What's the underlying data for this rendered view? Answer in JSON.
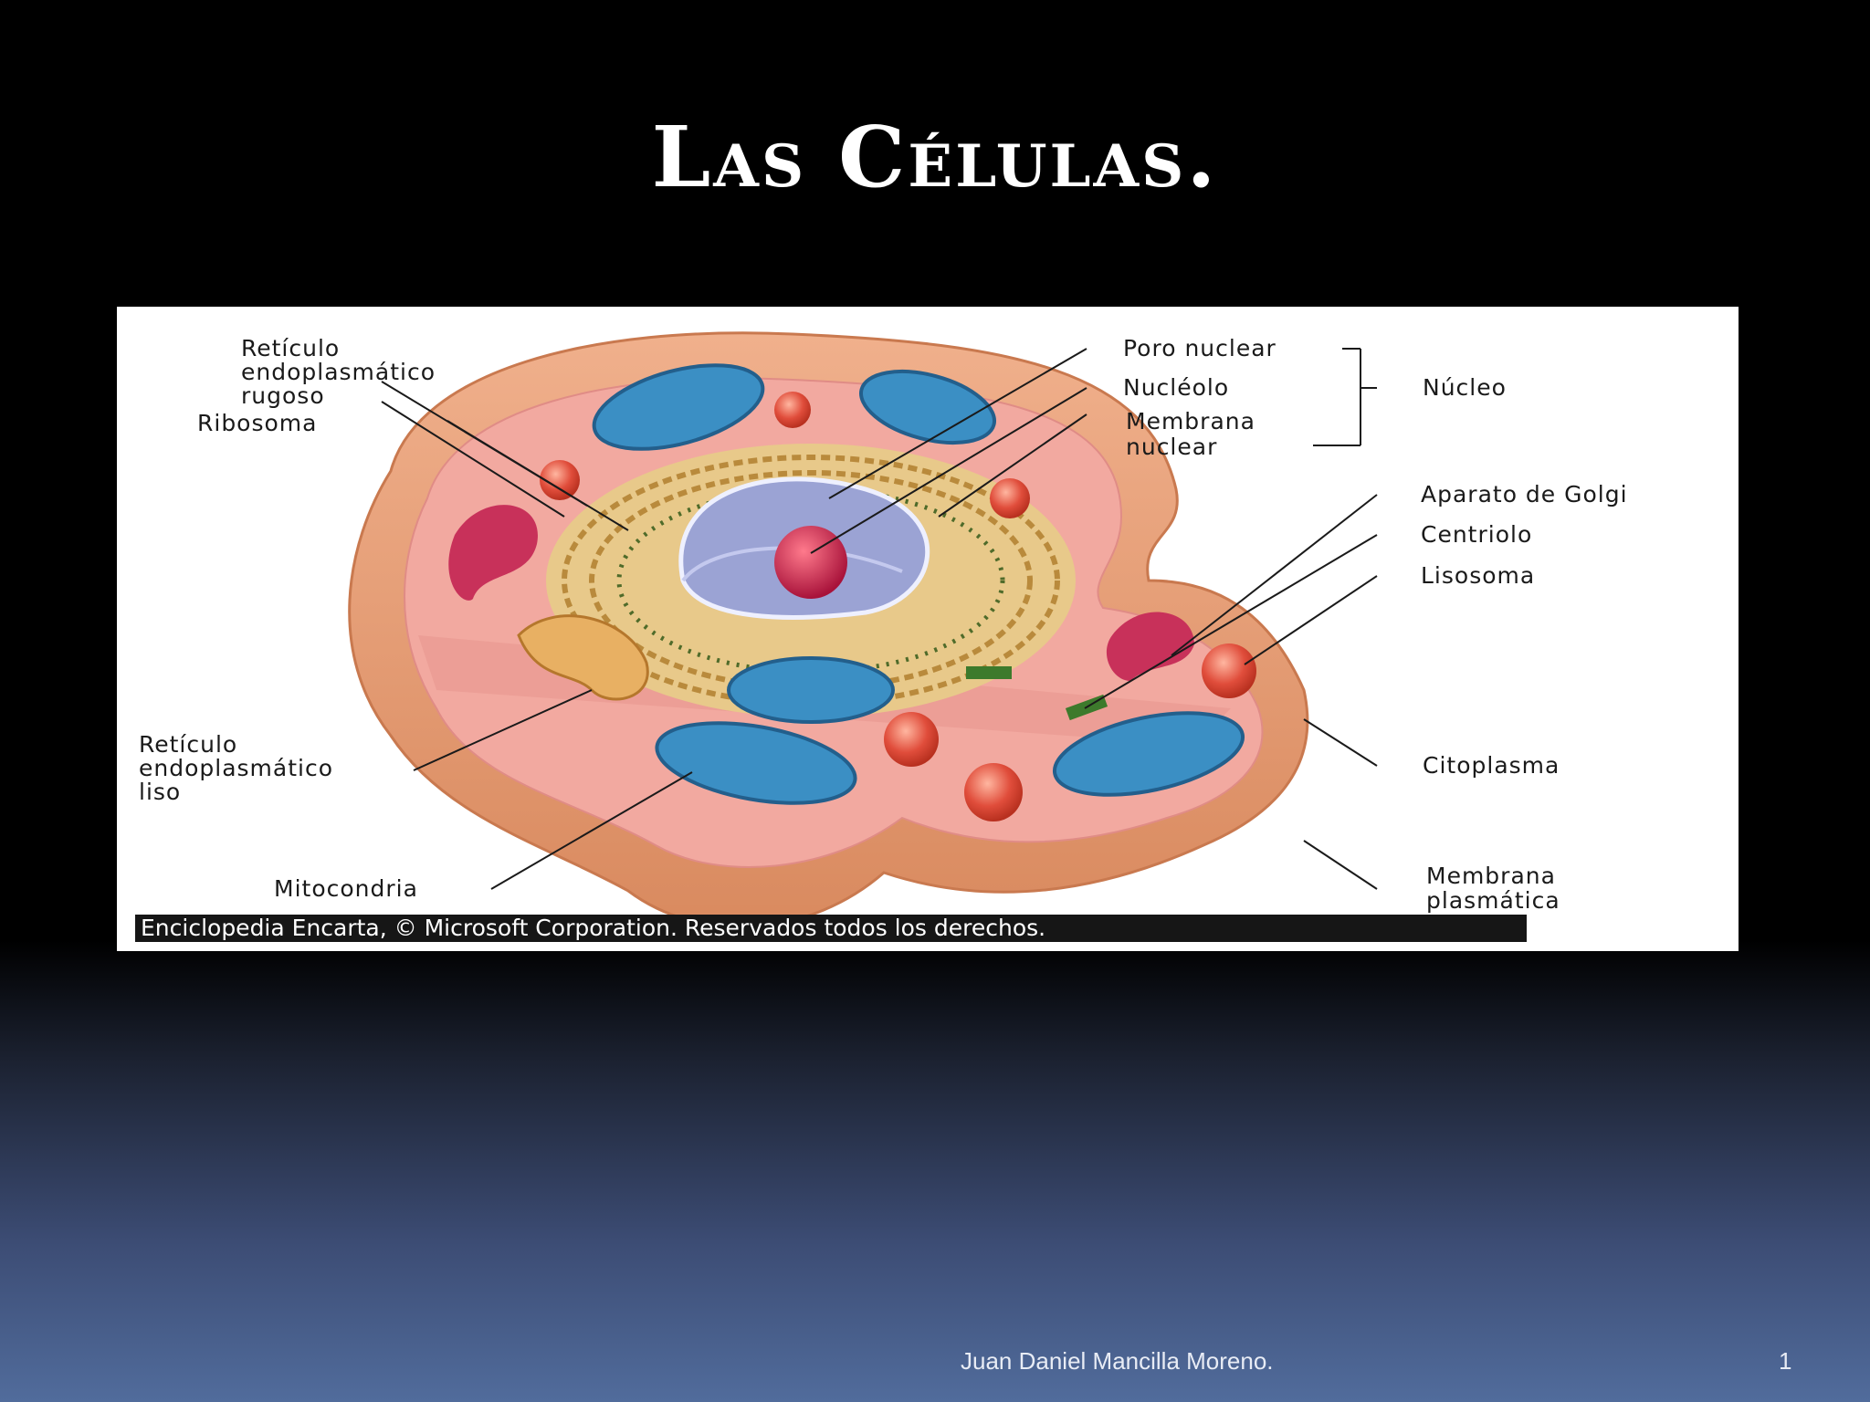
{
  "slide": {
    "title": "Las Células.",
    "footer": "Juan Daniel Mancilla Moreno.",
    "page_number": "1"
  },
  "diagram": {
    "labels": {
      "reticulo_rugoso": [
        "Retículo",
        "endoplasmático",
        "rugoso"
      ],
      "ribosoma": "Ribosoma",
      "poro_nuclear": "Poro nuclear",
      "nucleolo": "Nucléolo",
      "membrana_nuclear": [
        "Membrana",
        "nuclear"
      ],
      "nucleo": "Núcleo",
      "aparato_golgi": "Aparato de Golgi",
      "centriolo": "Centriolo",
      "lisosoma": "Lisosoma",
      "reticulo_liso": [
        "Retículo",
        "endoplasmático",
        "liso"
      ],
      "citoplasma": "Citoplasma",
      "mitocondria": "Mitocondria",
      "membrana_plasmatica": [
        "Membrana",
        "plasmática"
      ]
    },
    "copyright": "Enciclopedia Encarta, © Microsoft Corporation. Reservados todos los derechos."
  },
  "colors": {
    "background_top": "#000000",
    "background_bottom": "#516c9c",
    "cell_outer": "#e8a37a",
    "cytoplasm": "#f2a9a0",
    "mitochondria": "#3b8fc4",
    "lysosome": "#d9483a",
    "nucleus": "#9ba3d4",
    "golgi": "#c8315a"
  }
}
